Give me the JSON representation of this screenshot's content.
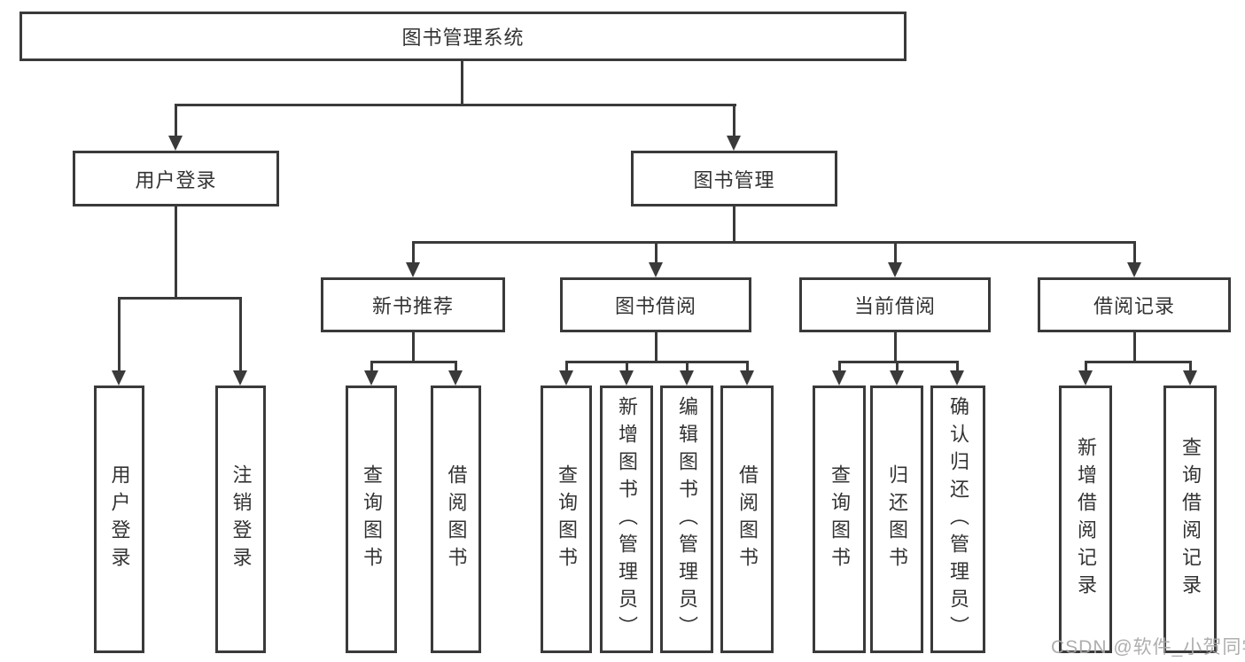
{
  "diagram": {
    "root": {
      "label": "图书管理系统"
    },
    "branches": [
      {
        "label": "用户登录",
        "children": [
          {
            "label": "用户登录"
          },
          {
            "label": "注销登录"
          }
        ]
      },
      {
        "label": "图书管理",
        "children": [
          {
            "label": "新书推荐",
            "children": [
              {
                "label": "查询图书"
              },
              {
                "label": "借阅图书"
              }
            ]
          },
          {
            "label": "图书借阅",
            "children": [
              {
                "label": "查询图书"
              },
              {
                "label": "新增图书（管理员）"
              },
              {
                "label": "编辑图书（管理员）"
              },
              {
                "label": "借阅图书"
              }
            ]
          },
          {
            "label": "当前借阅",
            "children": [
              {
                "label": "查询图书"
              },
              {
                "label": "归还图书"
              },
              {
                "label": "确认归还（管理员）"
              }
            ]
          },
          {
            "label": "借阅记录",
            "children": [
              {
                "label": "新增借阅记录"
              },
              {
                "label": "查询借阅记录"
              }
            ]
          }
        ]
      }
    ]
  },
  "watermark": {
    "text": "CSDN @软件_小贺同学"
  }
}
